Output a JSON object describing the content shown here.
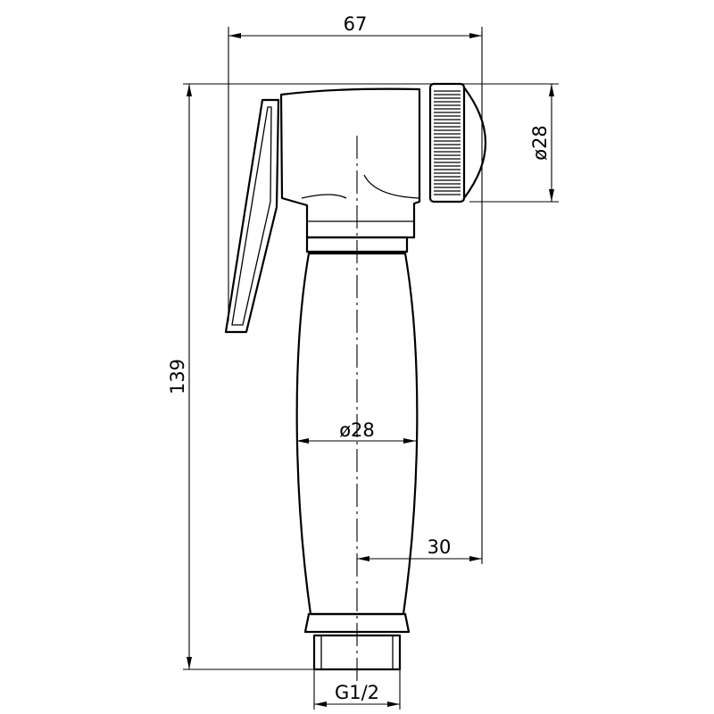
{
  "dimensions": {
    "overall_width": "67",
    "head_diameter": "ø28",
    "overall_height": "139",
    "handle_diameter": "ø28",
    "half_width": "30",
    "thread": "G1/2"
  }
}
